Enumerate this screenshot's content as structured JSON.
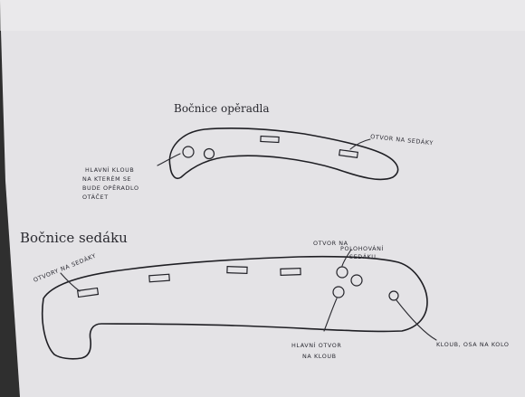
{
  "drawing": {
    "backrest": {
      "title": "Bočnice opěradla",
      "label_seat_hole": "OTVOR NA SEDÁKY",
      "label_main_joint": [
        "HLAVNÍ KLOUB",
        "NA KTERÉM SE",
        "BUDE OPĚRADLO",
        "OTÁČET"
      ]
    },
    "seat": {
      "title": "Bočnice sedáku",
      "label_seat_holes": "OTVORY NA SEDÁKY",
      "label_reclining_hole": [
        "OTVOR NA",
        "POLOHOVÁNÍ",
        "SEDÁKU"
      ],
      "label_main_hole": [
        "HLAVNÍ OTVOR",
        "NA KLOUB"
      ],
      "label_axle": "KLOUB, OSA NA KOLO"
    }
  },
  "colors": {
    "paper": "#e4e3e6",
    "ink": "#222228",
    "backdrop": "#2f2f2f"
  }
}
